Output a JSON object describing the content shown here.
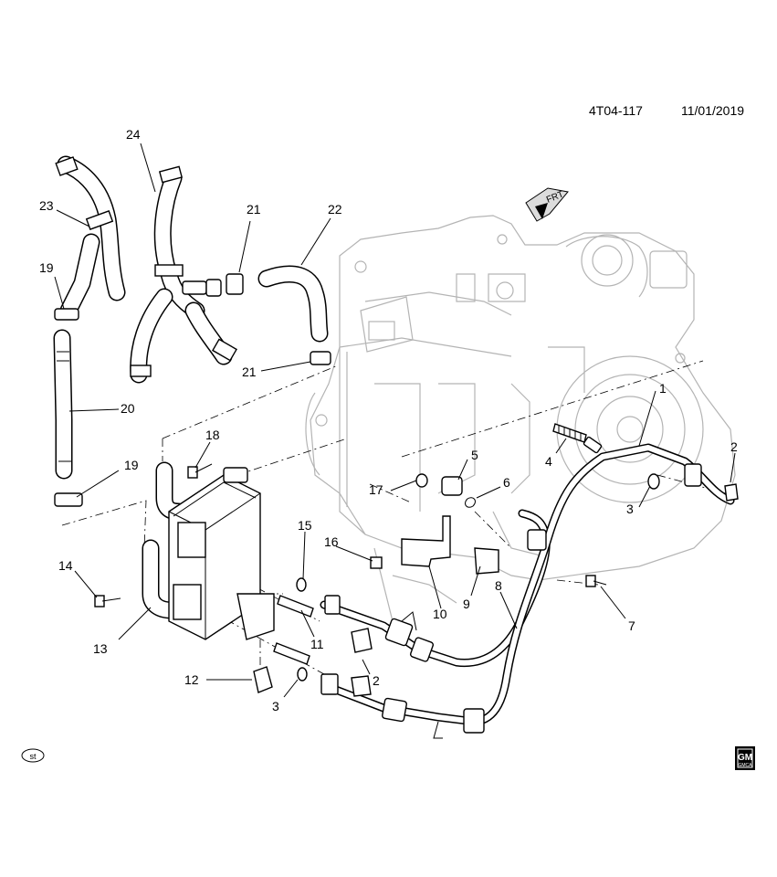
{
  "header": {
    "code": "4T04-117",
    "date": "11/01/2019"
  },
  "orientation": {
    "label": "FRT"
  },
  "marks": {
    "st_label": "st",
    "gm_line1": "GM",
    "gm_line2": "GMCA"
  },
  "callouts": {
    "c1": "1",
    "c2a": "2",
    "c2b": "2",
    "c3a": "3",
    "c3b": "3",
    "c4": "4",
    "c5": "5",
    "c6": "6",
    "c7": "7",
    "c8": "8",
    "c9": "9",
    "c10": "10",
    "c11": "11",
    "c12": "12",
    "c13": "13",
    "c14": "14",
    "c15": "15",
    "c16": "16",
    "c17": "17",
    "c18": "18",
    "c19a": "19",
    "c19b": "19",
    "c20": "20",
    "c21a": "21",
    "c21b": "21",
    "c22": "22",
    "c23": "23",
    "c24": "24"
  }
}
